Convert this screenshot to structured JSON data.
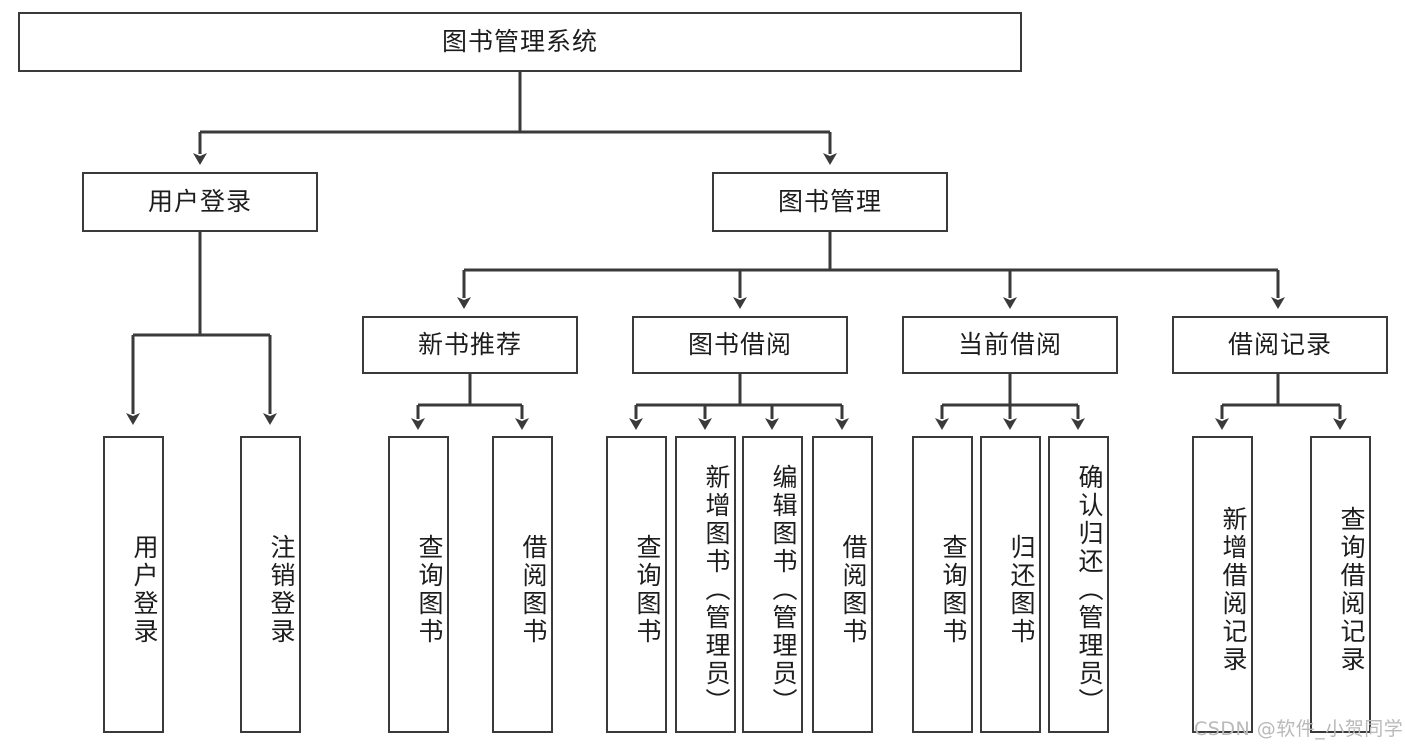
{
  "diagram": {
    "type": "tree-hierarchy-chart",
    "title": "图书管理系统",
    "stroke_color": "#3a3a3a",
    "text_color": "#1d1d1d",
    "background": "#ffffff",
    "nodes": {
      "root": {
        "label": "图书管理系统",
        "orientation": "horizontal"
      },
      "l2": [
        {
          "id": "user-login",
          "label": "用户登录",
          "orientation": "horizontal"
        },
        {
          "id": "book-manage",
          "label": "图书管理",
          "orientation": "horizontal"
        }
      ],
      "l3": [
        {
          "id": "new-book-recommend",
          "label": "新书推荐",
          "orientation": "horizontal"
        },
        {
          "id": "book-borrow",
          "label": "图书借阅",
          "orientation": "horizontal"
        },
        {
          "id": "current-borrow",
          "label": "当前借阅",
          "orientation": "horizontal"
        },
        {
          "id": "borrow-record",
          "label": "借阅记录",
          "orientation": "horizontal"
        }
      ],
      "leaves": [
        {
          "id": "leaf-user-login",
          "parent": "user-login",
          "label": "用户登录",
          "orientation": "vertical"
        },
        {
          "id": "leaf-logout-login",
          "parent": "user-login",
          "label": "注销登录",
          "orientation": "vertical"
        },
        {
          "id": "leaf-query-book-1",
          "parent": "new-book-recommend",
          "label": "查询图书",
          "orientation": "vertical"
        },
        {
          "id": "leaf-borrow-book-1",
          "parent": "new-book-recommend",
          "label": "借阅图书",
          "orientation": "vertical"
        },
        {
          "id": "leaf-query-book-2",
          "parent": "book-borrow",
          "label": "查询图书",
          "orientation": "vertical"
        },
        {
          "id": "leaf-add-book",
          "parent": "book-borrow",
          "label": "新增图书（管理员）",
          "orientation": "vertical"
        },
        {
          "id": "leaf-edit-book",
          "parent": "book-borrow",
          "label": "编辑图书（管理员）",
          "orientation": "vertical"
        },
        {
          "id": "leaf-borrow-book-2",
          "parent": "book-borrow",
          "label": "借阅图书",
          "orientation": "vertical"
        },
        {
          "id": "leaf-query-book-3",
          "parent": "current-borrow",
          "label": "查询图书",
          "orientation": "vertical"
        },
        {
          "id": "leaf-return-book",
          "parent": "current-borrow",
          "label": "归还图书",
          "orientation": "vertical"
        },
        {
          "id": "leaf-confirm-return",
          "parent": "current-borrow",
          "label": "确认归还（管理员）",
          "orientation": "vertical"
        },
        {
          "id": "leaf-add-record",
          "parent": "borrow-record",
          "label": "新增借阅记录",
          "orientation": "vertical"
        },
        {
          "id": "leaf-query-record",
          "parent": "borrow-record",
          "label": "查询借阅记录",
          "orientation": "vertical"
        }
      ]
    }
  },
  "watermark": {
    "text": "CSDN @软件_小贺同学"
  }
}
